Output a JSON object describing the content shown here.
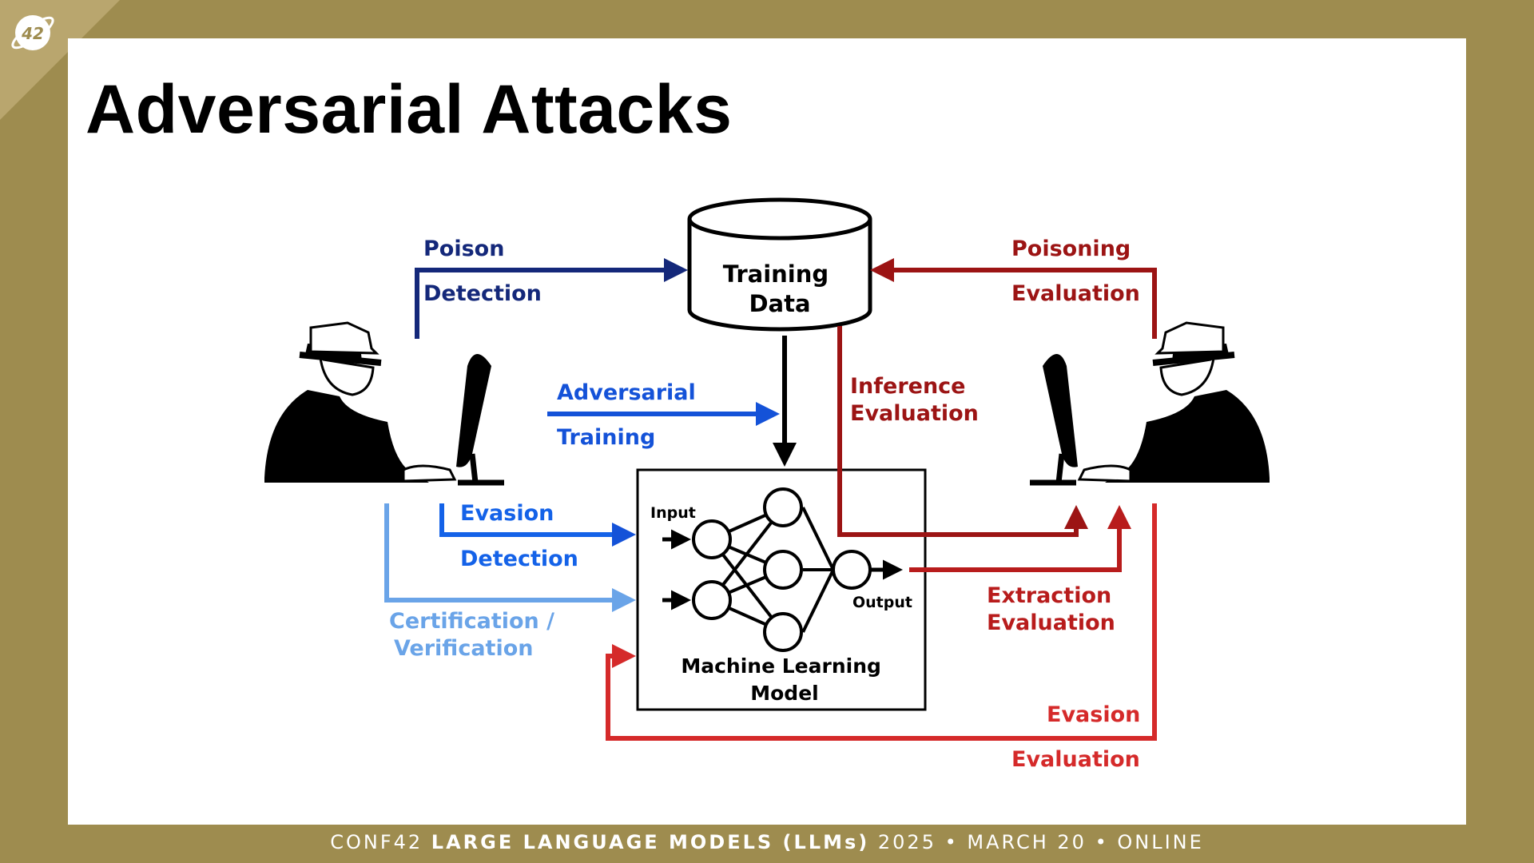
{
  "slide": {
    "title": "Adversarial Attacks"
  },
  "footer": {
    "prefix": "CONF42 ",
    "event": "LARGE LANGUAGE MODELS (LLMs)",
    "suffix": " 2025 • MARCH 20 • ONLINE"
  },
  "logo": {
    "icon": "planet-42-icon",
    "text": "42"
  },
  "diagram": {
    "training_data": [
      "Training",
      "Data"
    ],
    "model": [
      "Machine Learning",
      "Model"
    ],
    "input": "Input",
    "output": "Output",
    "blue_labels": {
      "poison": [
        "Poison",
        "Detection"
      ],
      "adversarial": [
        "Adversarial",
        "Training"
      ],
      "evasion": [
        "Evasion",
        "Detection"
      ],
      "certification": [
        "Certification /",
        "Verification"
      ]
    },
    "red_labels": {
      "poisoning": [
        "Poisoning",
        "Evaluation"
      ],
      "inference": [
        "Inference",
        "Evaluation"
      ],
      "extraction": [
        "Extraction",
        "Evaluation"
      ],
      "evasion": [
        "Evasion",
        "Evaluation"
      ]
    },
    "colors": {
      "navy": "#14287a",
      "blue": "#1452d8",
      "light_blue": "#6aa4e8",
      "dark_red": "#9c1414",
      "red": "#b81c1c",
      "bright_red": "#d52a2a"
    }
  }
}
